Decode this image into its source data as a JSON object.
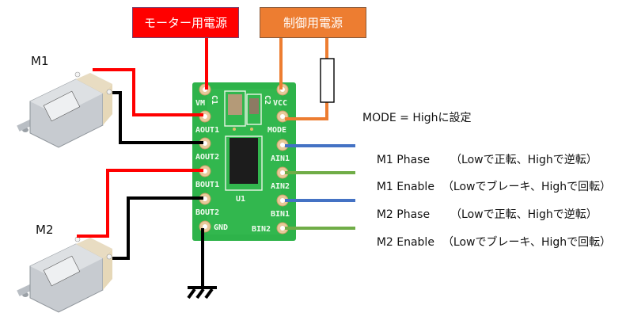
{
  "power": {
    "motor_power_label": "モーター用電源",
    "control_power_label": "制御用電源",
    "colors": {
      "motor": "#ff0000",
      "control": "#ed7d31"
    }
  },
  "motors": [
    {
      "label": "M1"
    },
    {
      "label": "M2"
    }
  ],
  "board": {
    "left_pins": [
      "VM",
      "AOUT1",
      "AOUT2",
      "BOUT1",
      "BOUT2",
      "GND"
    ],
    "right_pins": [
      "VCC",
      "MODE",
      "AIN1",
      "AIN2",
      "BIN1",
      "BIN2"
    ],
    "silk": {
      "c1": "C1",
      "c2": "C2",
      "u1": "U1"
    },
    "colors": {
      "pcb": "#2eb34a",
      "pad": "#e8c99a"
    }
  },
  "signals": {
    "mode_note": "MODE = Highに設定",
    "lines": [
      {
        "name": "M1 Phase",
        "desc": "（Lowで正転、Highで逆転）",
        "color": "#4472c4"
      },
      {
        "name": "M1 Enable",
        "desc": "（Lowでブレーキ、Highで回転）",
        "color": "#70ad47"
      },
      {
        "name": "M2 Phase",
        "desc": "（Lowで正転、Highで逆転）",
        "color": "#4472c4"
      },
      {
        "name": "M2 Enable",
        "desc": "（Lowでブレーキ、Highで回転）",
        "color": "#70ad47"
      }
    ]
  },
  "ground": {
    "symbol": "ground-symbol"
  }
}
